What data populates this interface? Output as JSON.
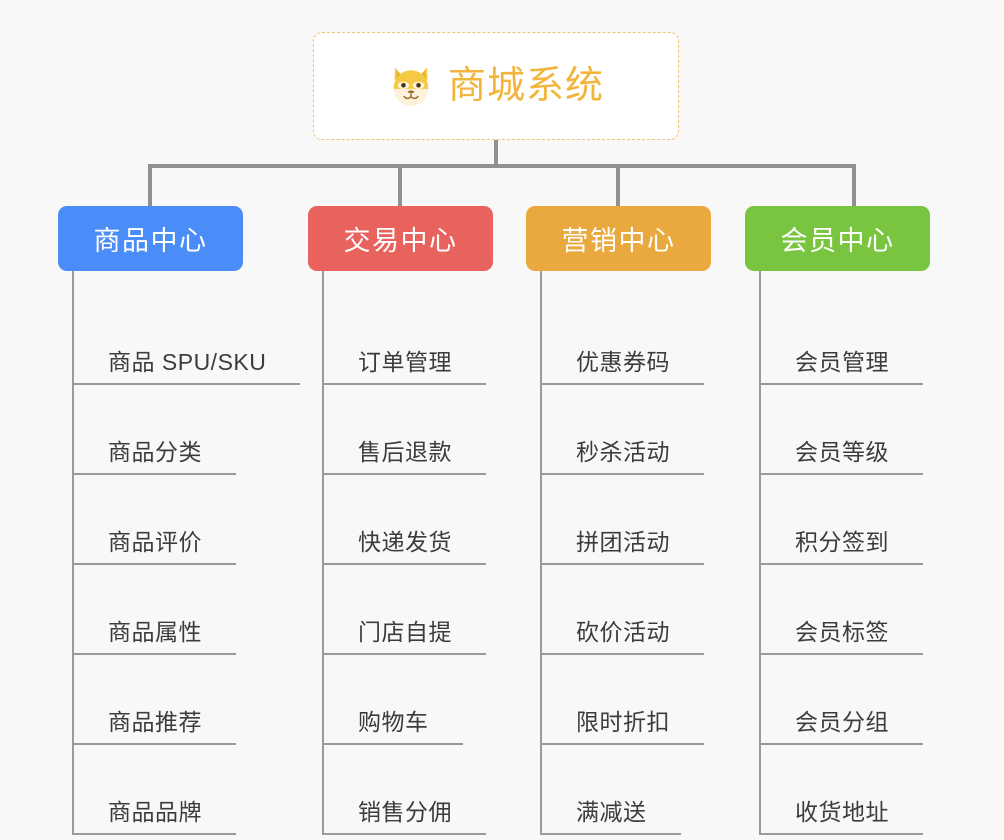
{
  "canvas": {
    "background": "#f8f8f8",
    "connector_color": "#909090"
  },
  "root": {
    "title": "商城系统",
    "icon": "shiba-dog-face-icon",
    "text_color": "#f2b53c",
    "border_color": "#f0c070",
    "background": "#ffffff"
  },
  "branches": [
    {
      "label": "商品中心",
      "color": "#4b8df8",
      "items": [
        "商品 SPU/SKU",
        "商品分类",
        "商品评价",
        "商品属性",
        "商品推荐",
        "商品品牌"
      ]
    },
    {
      "label": "交易中心",
      "color": "#e9635e",
      "items": [
        "订单管理",
        "售后退款",
        "快递发货",
        "门店自提",
        "购物车",
        "销售分佣"
      ]
    },
    {
      "label": "营销中心",
      "color": "#eaa93f",
      "items": [
        "优惠券码",
        "秒杀活动",
        "拼团活动",
        "砍价活动",
        "限时折扣",
        "满减送"
      ]
    },
    {
      "label": "会员中心",
      "color": "#79c540",
      "items": [
        "会员管理",
        "会员等级",
        "积分签到",
        "会员标签",
        "会员分组",
        "收货地址"
      ]
    }
  ]
}
